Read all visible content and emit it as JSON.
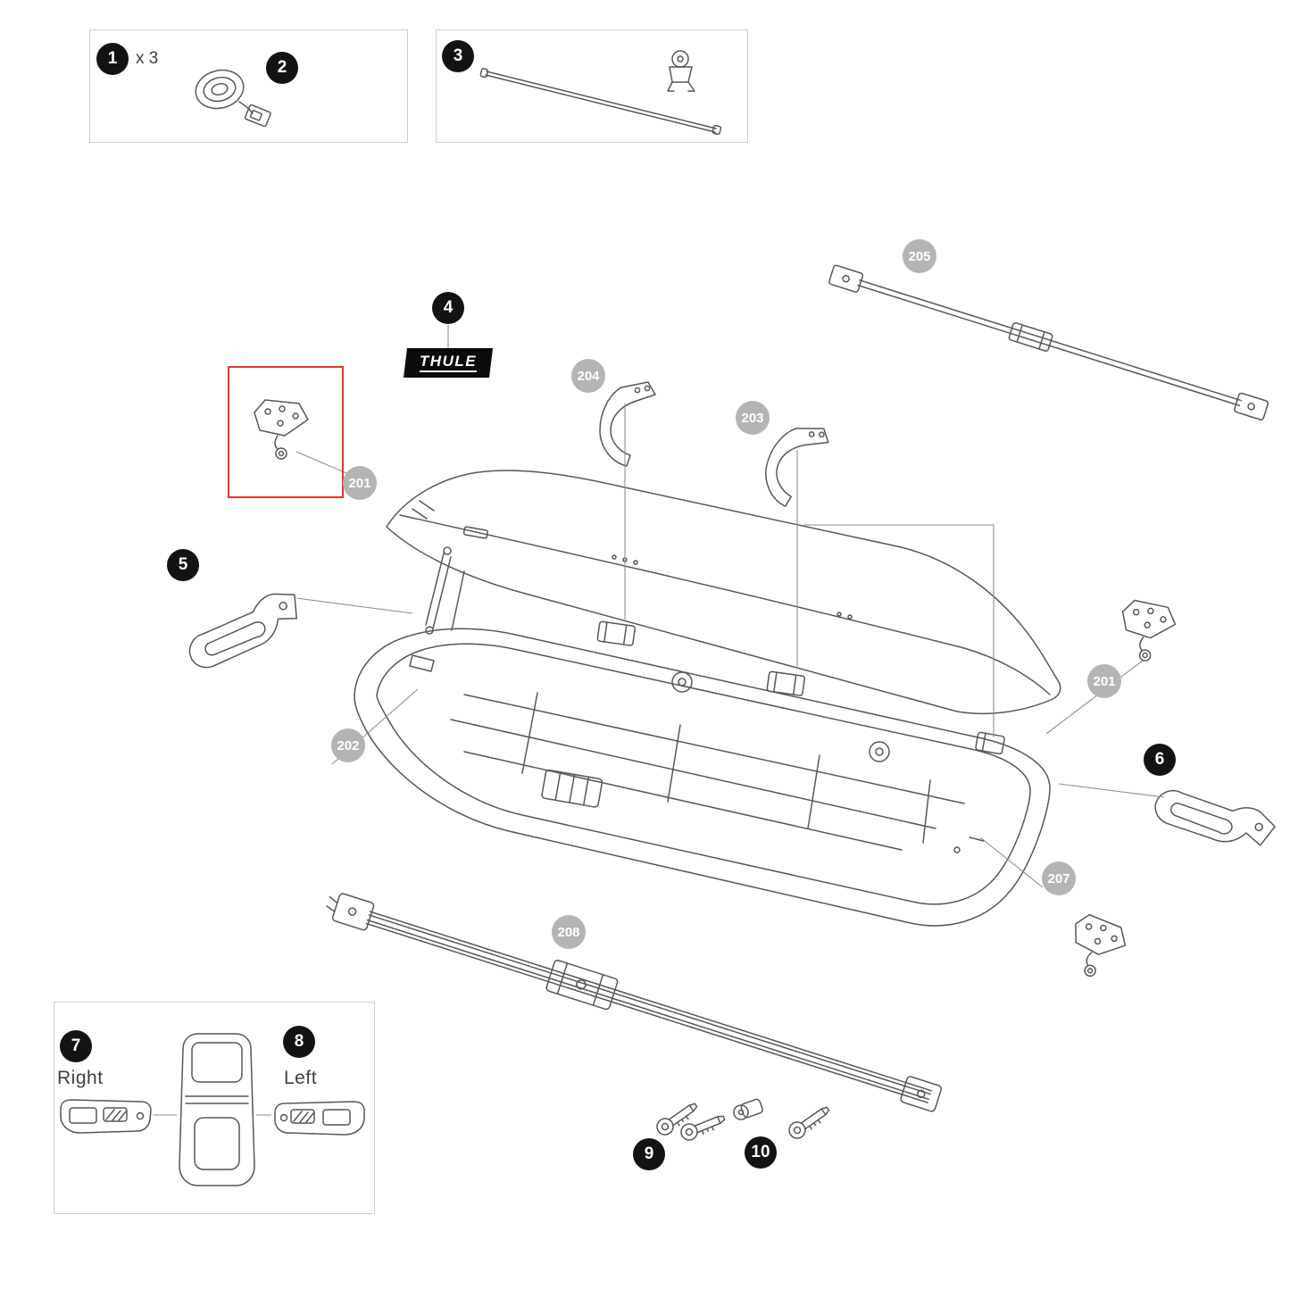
{
  "diagram": {
    "brand_logo_text": "THULE",
    "legend_badges": {
      "b1": "1",
      "b2": "2",
      "b3": "3",
      "b4": "4",
      "b5": "5",
      "b6": "6",
      "b7": "7",
      "b8": "8",
      "b9": "9",
      "b10": "10"
    },
    "part_number_badges": {
      "p201_left": "201",
      "p201_right": "201",
      "p202": "202",
      "p203": "203",
      "p204": "204",
      "p205": "205",
      "p207": "207",
      "p208": "208"
    },
    "labels": {
      "strap_quantity": "x 3",
      "right_side": "Right",
      "left_side": "Left"
    },
    "colors": {
      "legend_badge_bg": "#131313",
      "part_badge_bg": "#b4b4b4",
      "highlight_border": "#e5352b",
      "artwork_stroke": "#575757",
      "group_box_border": "#cdcdcd"
    }
  }
}
